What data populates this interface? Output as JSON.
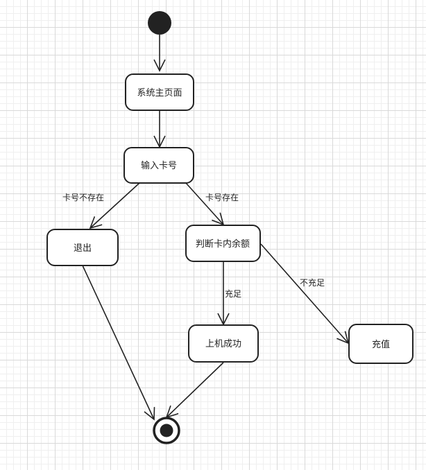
{
  "diagram": {
    "nodes": {
      "home": "系统主页面",
      "input": "输入卡号",
      "exit": "退出",
      "judge": "判断卡内余额",
      "online": "上机成功",
      "recharge": "充值"
    },
    "edges": {
      "card_not_exist": "卡号不存在",
      "card_exist": "卡号存在",
      "sufficient": "充足",
      "insufficient": "不充足"
    }
  },
  "colors": {
    "stroke": "#222222",
    "node_fill": "#ffffff",
    "text": "#222222"
  }
}
